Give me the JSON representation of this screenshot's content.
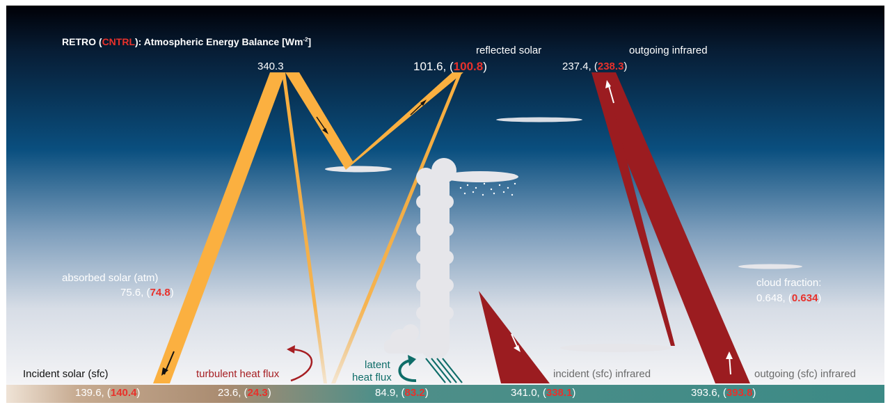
{
  "title": {
    "prefix": "RETRO (",
    "highlight": "CNTRL",
    "suffix": "): Atmospheric Energy Balance [Wm",
    "sup": "-2",
    "close": "]"
  },
  "toa_incoming": {
    "value": "340.3"
  },
  "reflected_solar": {
    "label": "reflected solar",
    "value": "101.6, (",
    "ctrl": "100.8",
    "close": ")"
  },
  "outgoing_infrared": {
    "label": "outgoing infrared",
    "value": "237.4, (",
    "ctrl": "238.3",
    "close": ")"
  },
  "absorbed_solar": {
    "label": "absorbed solar (atm)",
    "value": "75.6, (",
    "ctrl": "74.8",
    "close": ")"
  },
  "cloud_fraction": {
    "label": "cloud fraction:",
    "value": "0.648, (",
    "ctrl": "0.634",
    "close": ")"
  },
  "incident_solar": {
    "label": "Incident solar (sfc)",
    "value": "139.6, (",
    "ctrl": "140.4",
    "close": ")"
  },
  "turbulent": {
    "label": "turbulent heat flux",
    "value": "23.6, (",
    "ctrl": "24.3",
    "close": ")"
  },
  "latent": {
    "label_1": "latent",
    "label_2": "heat flux",
    "value": "84.9, (",
    "ctrl": "83.2",
    "close": ")"
  },
  "incident_ir": {
    "label": "incident (sfc) infrared",
    "value": "341.0, (",
    "ctrl": "338.1",
    "close": ")"
  },
  "outgoing_sfc_ir": {
    "label": "outgoing (sfc) infrared",
    "value": "393.6,  (",
    "ctrl": "393.8",
    "close": ")"
  },
  "colors": {
    "sky_top": "#000006",
    "sky_mid": "#0a4f7f",
    "sky_low": "#f4f4f6",
    "solar": "#fbb040",
    "infrared": "#9b1c20",
    "ctrl_red": "#e8312b",
    "latent_teal": "#0f6d69",
    "ground_left": "#a98b70",
    "ground_right": "#3c8a86",
    "cloud": "#e6e6ea"
  }
}
